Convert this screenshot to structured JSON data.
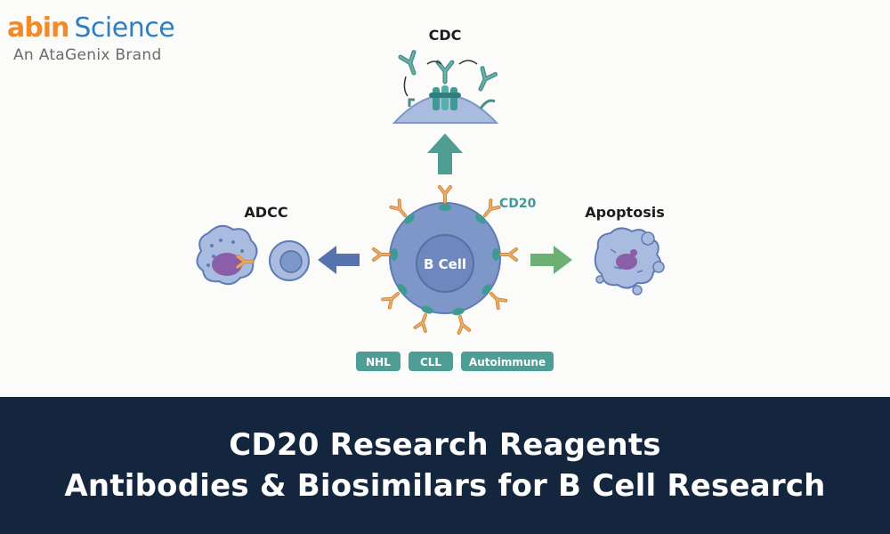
{
  "brand": {
    "logo_abin": "abin",
    "logo_science": "Science",
    "tagline": "An AtaGenix Brand"
  },
  "diagram": {
    "cdc_label": "CDC",
    "adcc_label": "ADCC",
    "apoptosis_label": "Apoptosis",
    "cd20_label": "CD20",
    "cell_label": "B Cell",
    "indications": [
      "NHL",
      "CLL",
      "Autoimmune"
    ],
    "colors": {
      "cell_body": "#7d97c9",
      "nucleus": "#6e87bd",
      "cd20": "#3f9a94",
      "antibody": "#e3a259",
      "arrow_cdc": "#4f9d93",
      "arrow_adcc": "#5673b0",
      "arrow_apoptosis": "#6cb173",
      "tag": "#4e9e96"
    }
  },
  "banner": {
    "title_line1": "CD20 Research Reagents",
    "title_line2": "Antibodies & Biosimilars for B Cell Research",
    "background": "#14263d"
  }
}
